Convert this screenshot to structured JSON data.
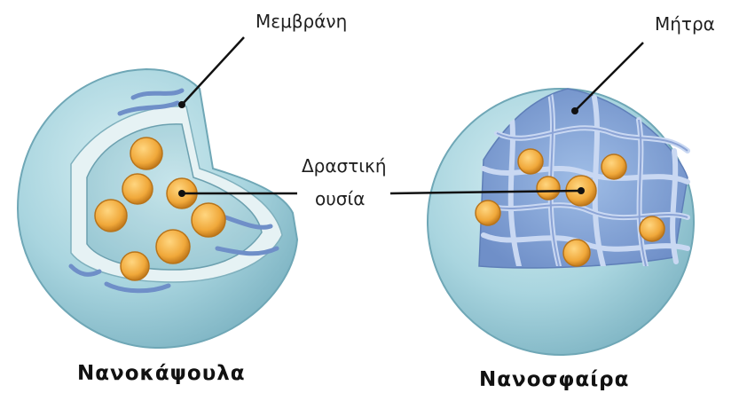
{
  "labels": {
    "membrane": "Μεμβράνη",
    "matrix": "Μήτρα",
    "active_line1": "Δραστική",
    "active_line2": "ουσία"
  },
  "titles": {
    "nanocapsule": "Νανοκάψουλα",
    "nanosphere": "Νανοσφαίρα"
  },
  "colors": {
    "shell": "#a8d4de",
    "shell_edge": "#6fa7b6",
    "matrix_fiber": "#8aa7d8",
    "drug": "#f0a83a",
    "line": "#111111"
  }
}
